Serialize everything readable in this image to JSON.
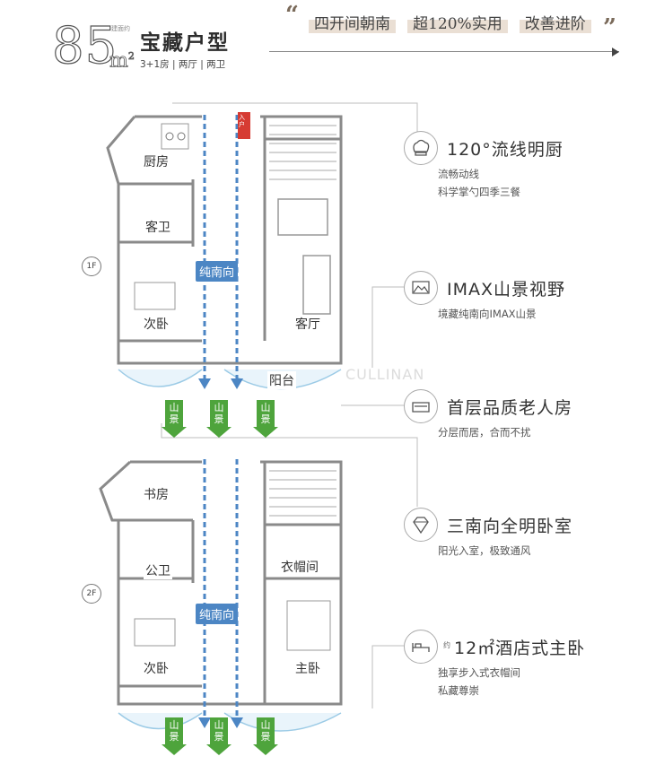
{
  "header": {
    "area": "85",
    "unit": "m",
    "unit_sup": "2",
    "area_note": "建面约",
    "type_name": "宝藏户型",
    "rooms": "3+1房 | 两厅 | 两卫",
    "open_quote": "“",
    "close_quote": "”",
    "highlights": [
      "四开间朝南",
      "超120%实用",
      "改善进阶"
    ]
  },
  "floors": [
    {
      "badge": "1F",
      "rooms": [
        "厨房",
        "客卫",
        "次卧",
        "客厅",
        "阳台"
      ],
      "entry": "入户",
      "south_label": "纯南向",
      "view_labels": [
        "山景",
        "山景",
        "山景"
      ],
      "watermark": "CULLINAN"
    },
    {
      "badge": "2F",
      "rooms": [
        "书房",
        "公卫",
        "衣帽间",
        "次卧",
        "主卧"
      ],
      "south_label": "纯南向",
      "view_labels": [
        "山景",
        "山景",
        "山景"
      ]
    }
  ],
  "features": [
    {
      "icon": "chef-hat-icon",
      "title": "120°流线明厨",
      "subs": [
        "流畅动线",
        "科学掌勺四季三餐"
      ]
    },
    {
      "icon": "mountain-view-icon",
      "title": "IMAX山景视野",
      "subs": [
        "境藏纯南向IMAX山景"
      ]
    },
    {
      "icon": "sofa-icon",
      "title": "首层品质老人房",
      "subs": [
        "分层而居，合而不扰"
      ]
    },
    {
      "icon": "diamond-icon",
      "title": "三南向全明卧室",
      "subs": [
        "阳光入室，极致通风"
      ]
    },
    {
      "icon": "bed-icon",
      "title_prefix": "约",
      "title": "12㎡酒店式主卧",
      "subs": [
        "独享步入式衣帽间",
        "私藏尊崇"
      ]
    }
  ],
  "colors": {
    "accent_blue": "#4c86c4",
    "view_green": "#4ea43c",
    "highlight_beige": "#eadfd4",
    "wall_gray": "#8a8a8a"
  }
}
